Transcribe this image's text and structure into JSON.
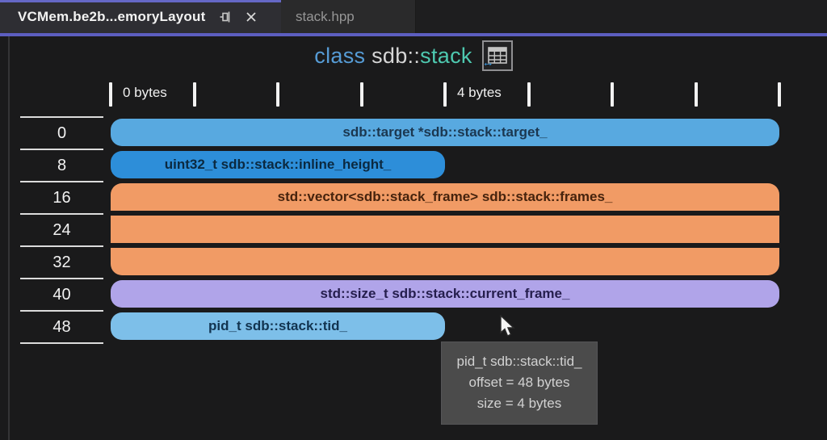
{
  "window": {
    "tabs": [
      {
        "id": "memory-layout",
        "label": "VCMem.be2b...emoryLayout",
        "active": true
      },
      {
        "id": "stack-hpp",
        "label": "stack.hpp",
        "active": false
      }
    ],
    "tab_icons": {
      "pin": "pin-icon",
      "close": "close-icon"
    }
  },
  "header": {
    "class_keyword": "class",
    "class_namespace": "sdb::",
    "class_name": "stack",
    "icon": "memory-layout-table-icon",
    "icon_glyph": "↔"
  },
  "ruler": {
    "tick_count": 9,
    "bytes_per_row": 8,
    "labels": [
      {
        "text": "0 bytes",
        "at_tick": 0
      },
      {
        "text": "4 bytes",
        "at_tick": 4
      }
    ]
  },
  "memory_layout": {
    "row_offsets": [
      "0",
      "8",
      "16",
      "24",
      "32",
      "40",
      "48"
    ],
    "fields": [
      {
        "name": "target_",
        "label": "sdb::target *sdb::stack::target_",
        "row": 0,
        "rows": 1,
        "bytes": 8,
        "color": "#58a9e0",
        "text_color": "#1b3750"
      },
      {
        "name": "inline_height_",
        "label": "uint32_t sdb::stack::inline_height_",
        "row": 1,
        "rows": 1,
        "bytes": 4,
        "color": "#2d8ed9",
        "text_color": "#0b2940"
      },
      {
        "name": "frames_",
        "label": "std::vector<sdb::stack_frame> sdb::stack::frames_",
        "row": 2,
        "rows": 3,
        "bytes": 8,
        "color": "#f19b65",
        "text_color": "#46230d"
      },
      {
        "name": "current_frame_",
        "label": "std::size_t sdb::stack::current_frame_",
        "row": 5,
        "rows": 1,
        "bytes": 8,
        "color": "#b0a4e9",
        "text_color": "#251e4d"
      },
      {
        "name": "tid_",
        "label": "pid_t sdb::stack::tid_",
        "row": 6,
        "rows": 1,
        "bytes": 4,
        "color": "#7dbfe9",
        "text_color": "#123450"
      }
    ]
  },
  "tooltip": {
    "title": "pid_t sdb::stack::tid_",
    "offset_line": "offset = 48 bytes",
    "size_line": "size = 4 bytes"
  },
  "colors": {
    "accent_purple": "#5c5ec0",
    "tab_active_bg": "#2e2e33",
    "background": "#1a1a1b",
    "tooltip_bg": "#4b4b4b",
    "tooltip_text": "#d2d2d2",
    "keyword_blue": "#569cd6",
    "type_teal": "#4ec9b0",
    "plain_text": "#d6d6d6"
  }
}
